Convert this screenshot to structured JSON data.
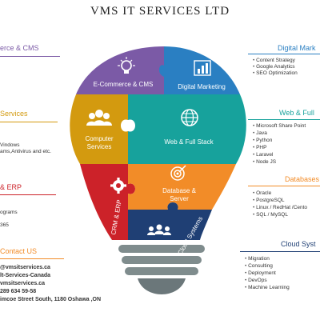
{
  "title": "VMS IT SERVICES LTD",
  "colors": {
    "purple": "#7b5aa6",
    "blue": "#2a7fc2",
    "yellow": "#d39a0f",
    "teal": "#17a29c",
    "red": "#cc2229",
    "orange": "#f28c28",
    "navy": "#1f3f74",
    "gray": "#7f8c8d"
  },
  "left_sections": [
    {
      "title": "erce & CMS",
      "color": "#7b5aa6",
      "lines": []
    },
    {
      "title": "Services",
      "color": "#d39a0f",
      "lines": [
        "Vindows",
        "ams,Antivirus and etc."
      ]
    },
    {
      "title": "& ERP",
      "color": "#cc2229",
      "lines": [
        "",
        "ograms",
        "",
        "365"
      ]
    },
    {
      "title": "Contact US",
      "color": "#f28c28",
      "lines": [
        "@vmsitservices.ca",
        "lt-Services-Canada",
        "vmsitservices.ca",
        "289 634 59-58",
        "imcoe Street South, 1180 Oshawa ,ON"
      ]
    }
  ],
  "right_sections": [
    {
      "title": "Digital Mark",
      "color": "#2a7fc2",
      "lines": [
        "Content Strategy",
        "Google Analytics",
        "SEO Optimization"
      ]
    },
    {
      "title": "Web & Full",
      "color": "#17a29c",
      "lines": [
        "Microsoft Share Point",
        "Java",
        "Python",
        "PHP",
        "Laravel",
        "Node JS"
      ]
    },
    {
      "title": "Databases",
      "color": "#f28c28",
      "lines": [
        "Oracle",
        "PostgreSQL",
        "Linux / RedHat /Cento",
        "SQL / MySQL"
      ]
    },
    {
      "title": "Cloud Syst",
      "color": "#1f3f74",
      "lines": [
        "Migration",
        "Consulting",
        "Deployment",
        "DevOps",
        "Machine Learning"
      ]
    }
  ],
  "pieces": {
    "ecommerce": "E-Commerce & CMS",
    "digital": "Digital Marketing",
    "computer_1": "Computer",
    "computer_2": "Services",
    "web": "Web & Full Stack",
    "crm": "CRM & ERP",
    "database_1": "Database &",
    "database_2": "Server",
    "cloud": "Cloud Systems"
  },
  "icons": [
    "lightbulb-icon",
    "bar-chart-icon",
    "people-icon",
    "globe-icon",
    "gear-icon",
    "target-icon",
    "team-icon"
  ]
}
